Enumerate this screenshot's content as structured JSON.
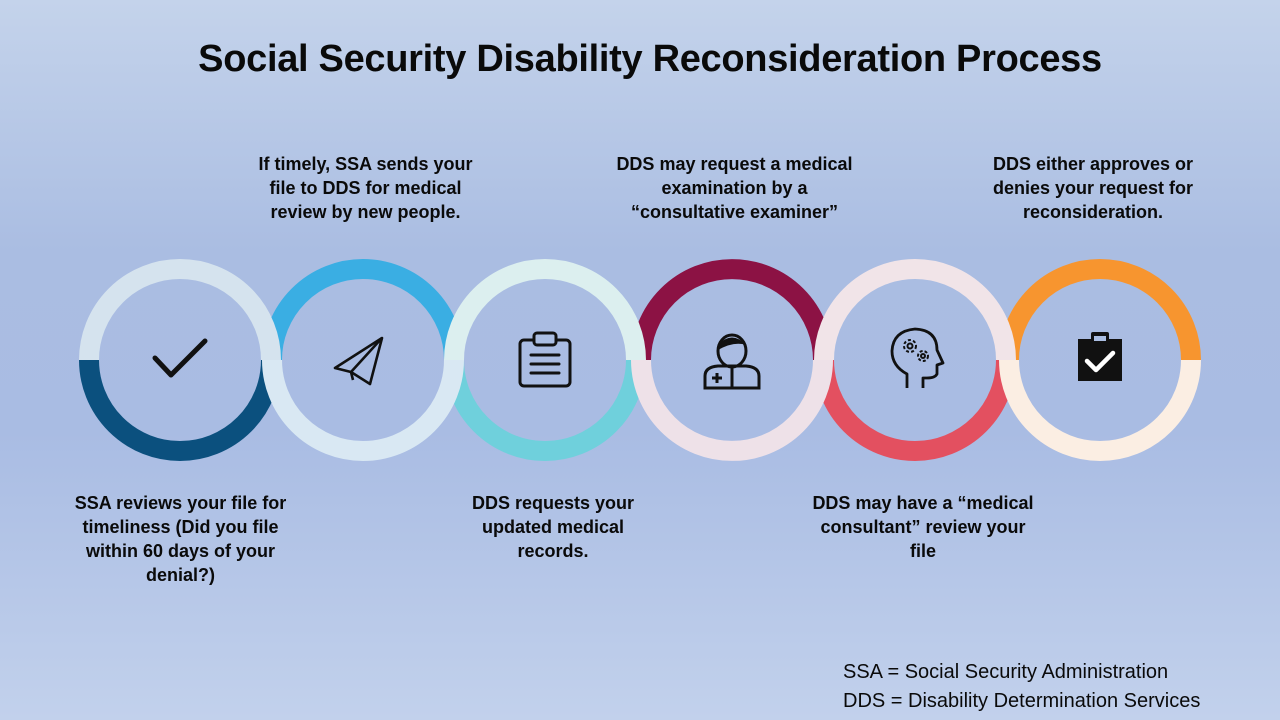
{
  "title": "Social Security Disability Reconsideration Process",
  "steps": [
    {
      "text": "SSA reviews your file for timeliness (Did you file within 60 days of your denial?)",
      "position": "below",
      "icon": "checkmark-icon",
      "top_color": "#d5e3ee",
      "bottom_color": "#0b507e"
    },
    {
      "text": "If timely, SSA sends your file to DDS for medical review by new people.",
      "position": "above",
      "icon": "paper-plane-icon",
      "top_color": "#3aaee3",
      "bottom_color": "#d9e8f3"
    },
    {
      "text": "DDS requests your updated medical records.",
      "position": "below",
      "icon": "clipboard-list-icon",
      "top_color": "#dcefef",
      "bottom_color": "#6fd0dc"
    },
    {
      "text": "DDS may request a medical examination by a “consultative examiner”",
      "position": "above",
      "icon": "doctor-icon",
      "top_color": "#8c1244",
      "bottom_color": "#eee1e8"
    },
    {
      "text": "DDS may have a “medical consultant” review your file",
      "position": "below",
      "icon": "head-gears-icon",
      "top_color": "#f1e4e8",
      "bottom_color": "#e35060"
    },
    {
      "text": "DDS either approves or denies your request for reconsideration.",
      "position": "above",
      "icon": "clipboard-check-icon",
      "top_color": "#f7952f",
      "bottom_color": "#fbeee3"
    }
  ],
  "legend": {
    "ssa": "SSA = Social Security Administration",
    "dds": "DDS = Disability Determination Services"
  }
}
